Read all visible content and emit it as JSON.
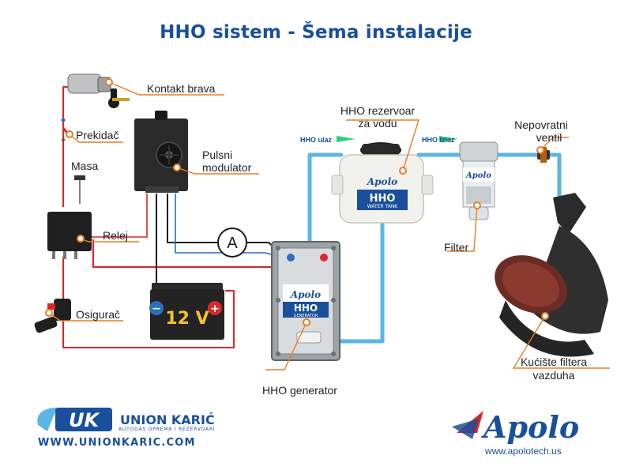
{
  "title": "HHO sistem - Šema instalacije",
  "labels": {
    "kontakt_brava": "Kontakt brava",
    "prekidac": "Prekidač",
    "masa": "Masa",
    "pulsni": "Pulsni",
    "modulator": "modulator",
    "relej": "Relej",
    "osigurac": "Osigurač",
    "hho_rezervoar": "HHO rezervoar",
    "za_vodu": "za vodu",
    "hho_ulaz": "HHO ulaz",
    "hho_izlaz": "HHO Izlaz",
    "nepovratni": "Nepovratni",
    "ventil": "ventil",
    "filter": "Filter",
    "hho_generator": "HHO generator",
    "kuciste": "Kućište filtera",
    "vazduha": "vazduha"
  },
  "device_text": {
    "ammeter": "A",
    "battery_voltage": "12 V",
    "battery_minus": "−",
    "battery_plus": "+",
    "tank_brand": "Apolo",
    "tank_hho": "HHO",
    "tank_sub": "WATER TANK",
    "gen_brand": "Apolo",
    "gen_hho": "HHO",
    "gen_sub": "GENERATOR",
    "filter_brand": "Apolo"
  },
  "logos": {
    "uk_mark": "UK",
    "uk_name": "UNION KARIĆ",
    "uk_sub": "AUTOGAS OPREMA I REZERVOARI",
    "uk_web": "WWW.UNIONKARIC.COM",
    "apolo_word": "Apolo",
    "apolo_web": "www.apolotech.us"
  },
  "colors": {
    "title": "#1a4f9c",
    "red_wire": "#d9262b",
    "black_wire": "#1b1b1b",
    "hose": "#5ab6e4",
    "pointer": "#e67e22",
    "flow_arrow": "#2ecf7a",
    "brand_blue": "#1a4f9c"
  }
}
